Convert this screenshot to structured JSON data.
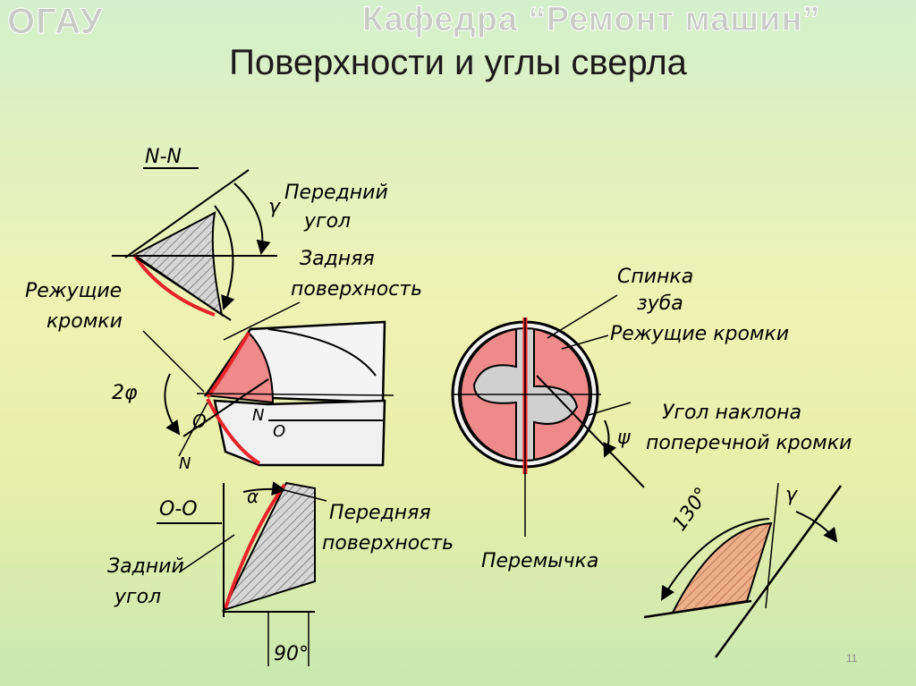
{
  "header": {
    "org": "ОГАУ",
    "department": "Кафедра “Ремонт машин”"
  },
  "title": "Поверхности и углы сверла",
  "page_number": "11",
  "labels": {
    "section_nn": "N-N",
    "front_angle_l1": "Передний",
    "front_angle_l2": "угол",
    "gamma_top": "γ",
    "back_surface_l1": "Задняя",
    "back_surface_l2": "поверхность",
    "cutting_edges_l1": "Режущие",
    "cutting_edges_l2": "кромки",
    "two_phi": "2φ",
    "point_o": "O",
    "point_n": "N",
    "point_n2": "N",
    "point_o2": "O",
    "section_oo": "O-O",
    "alpha": "α",
    "back_angle_l1": "Задний",
    "back_angle_l2": "угол",
    "front_surface_l1": "Передняя",
    "front_surface_l2": "поверхность",
    "deg_90": "90°",
    "tooth_back_l1": "Спинка",
    "tooth_back_l2": "зуба",
    "cutting_edges_right": "Режущие кромки",
    "psi": "ψ",
    "cross_edge_l1": "Угол наклона",
    "cross_edge_l2": "поперечной кромки",
    "web": "Перемычка",
    "deg_130": "130°",
    "gamma_right": "γ"
  },
  "colors": {
    "surface_red": "#ef8a8a",
    "edge_red": "#e8232a",
    "hatch_gray": "#c9c9c9",
    "hatch_orange": "#e9a27e"
  }
}
